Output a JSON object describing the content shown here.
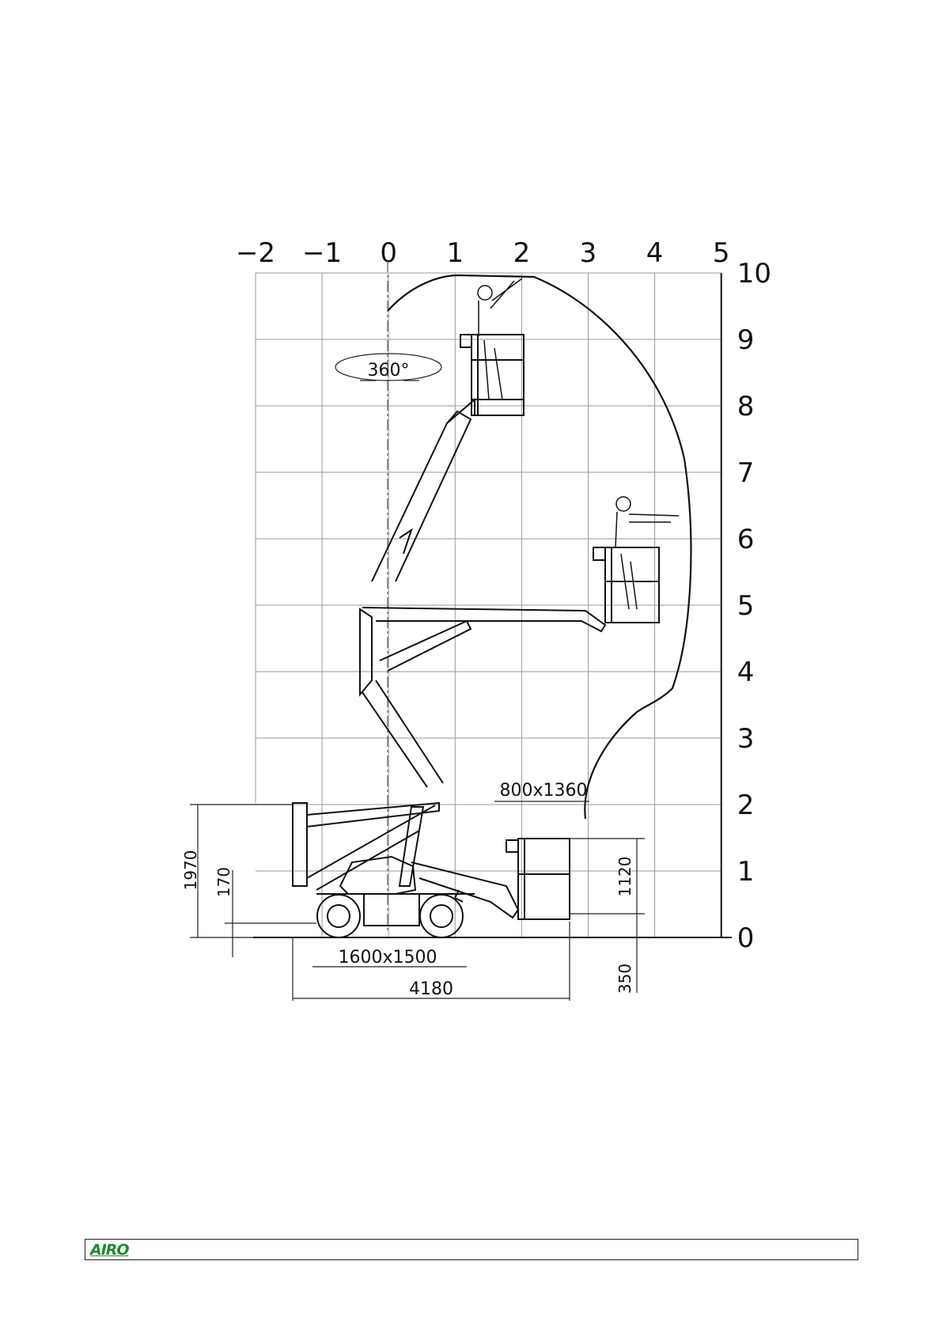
{
  "diagram": {
    "x_axis_labels": [
      "−2",
      "−1",
      "0",
      "1",
      "2",
      "3",
      "4",
      "5"
    ],
    "y_axis_labels": [
      "0",
      "1",
      "2",
      "3",
      "4",
      "5",
      "6",
      "7",
      "8",
      "9",
      "10"
    ],
    "rotation_label": "360°",
    "dimensions": {
      "overall_height": "1970",
      "ground_clearance": "170",
      "wheelbase_track": "1600x1500",
      "overall_length": "4180",
      "platform_size": "800x1360",
      "platform_height": "1120",
      "platform_floor": "350"
    }
  },
  "footer": {
    "brand": "AIRO"
  },
  "colors": {
    "line": "#111111",
    "grid": "#9a9a9a",
    "brand": "#1f8a2c"
  }
}
